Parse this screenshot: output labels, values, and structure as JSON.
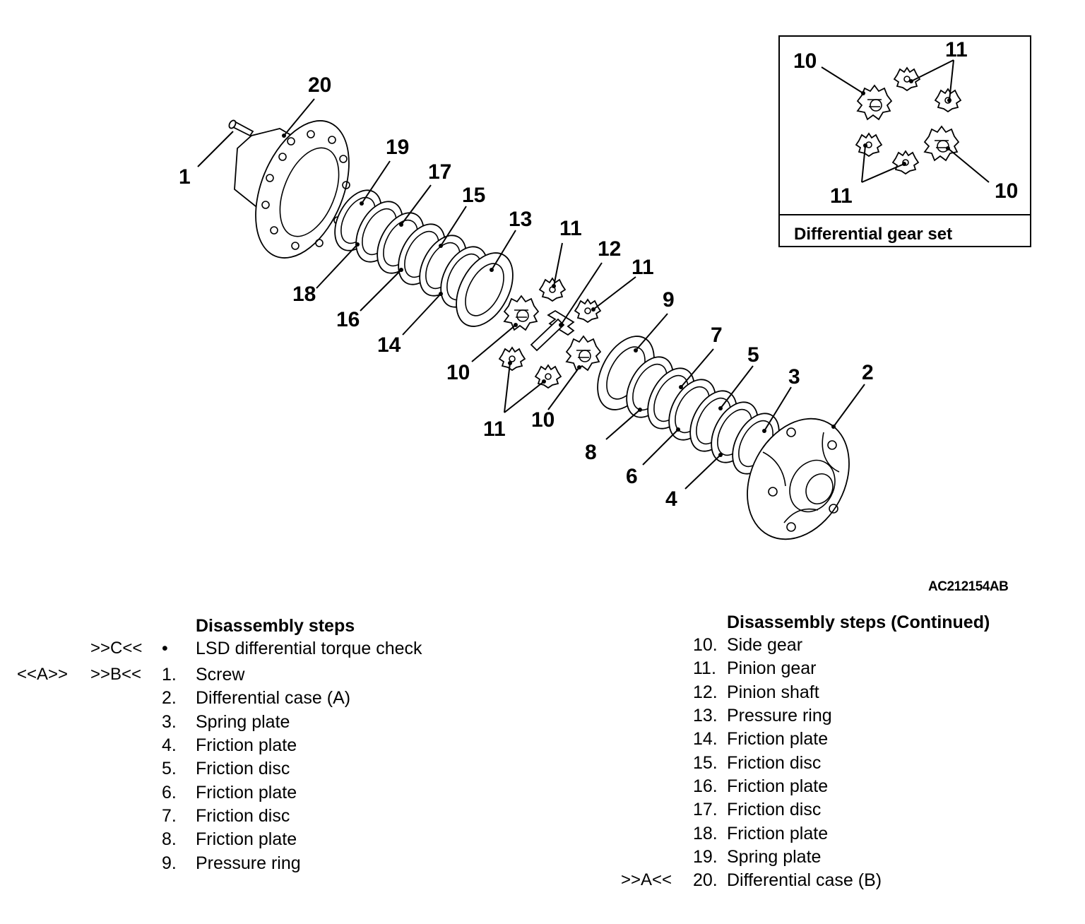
{
  "figure_id": "AC212154AB",
  "callouts": {
    "c1": "1",
    "c2": "2",
    "c3": "3",
    "c4": "4",
    "c5": "5",
    "c6": "6",
    "c7": "7",
    "c8": "8",
    "c9": "9",
    "c10a": "10",
    "c10b": "10",
    "c11a": "11",
    "c11b": "11",
    "c11c": "11",
    "c12": "12",
    "c13": "13",
    "c14": "14",
    "c15": "15",
    "c16": "16",
    "c17": "17",
    "c18": "18",
    "c19": "19",
    "c20": "20"
  },
  "inset": {
    "title": "Differential gear set",
    "labels": {
      "l10a": "10",
      "l10b": "10",
      "l11a": "11",
      "l11b": "11"
    }
  },
  "steps_left": {
    "title": "Disassembly steps",
    "rows": [
      {
        "mark1": "",
        "mark2": ">>C<<",
        "num": "•",
        "text": "LSD differential torque check"
      },
      {
        "mark1": "<<A>>",
        "mark2": ">>B<<",
        "num": "1.",
        "text": "Screw"
      },
      {
        "mark1": "",
        "mark2": "",
        "num": "2.",
        "text": "Differential case (A)"
      },
      {
        "mark1": "",
        "mark2": "",
        "num": "3.",
        "text": "Spring plate"
      },
      {
        "mark1": "",
        "mark2": "",
        "num": "4.",
        "text": "Friction plate"
      },
      {
        "mark1": "",
        "mark2": "",
        "num": "5.",
        "text": "Friction disc"
      },
      {
        "mark1": "",
        "mark2": "",
        "num": "6.",
        "text": "Friction plate"
      },
      {
        "mark1": "",
        "mark2": "",
        "num": "7.",
        "text": "Friction disc"
      },
      {
        "mark1": "",
        "mark2": "",
        "num": "8.",
        "text": "Friction plate"
      },
      {
        "mark1": "",
        "mark2": "",
        "num": "9.",
        "text": "Pressure ring"
      }
    ]
  },
  "steps_right": {
    "title": "Disassembly steps (Continued)",
    "rows": [
      {
        "mark": "",
        "num": "10.",
        "text": "Side gear"
      },
      {
        "mark": "",
        "num": "11.",
        "text": "Pinion gear"
      },
      {
        "mark": "",
        "num": "12.",
        "text": "Pinion shaft"
      },
      {
        "mark": "",
        "num": "13.",
        "text": "Pressure ring"
      },
      {
        "mark": "",
        "num": "14.",
        "text": "Friction plate"
      },
      {
        "mark": "",
        "num": "15.",
        "text": "Friction disc"
      },
      {
        "mark": "",
        "num": "16.",
        "text": "Friction plate"
      },
      {
        "mark": "",
        "num": "17.",
        "text": "Friction disc"
      },
      {
        "mark": "",
        "num": "18.",
        "text": "Friction plate"
      },
      {
        "mark": "",
        "num": "19.",
        "text": "Spring plate"
      },
      {
        "mark": ">>A<<",
        "num": "20.",
        "text": "Differential case (B)"
      }
    ]
  }
}
